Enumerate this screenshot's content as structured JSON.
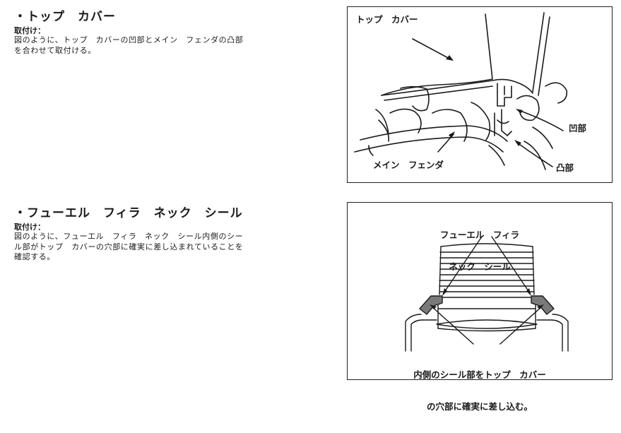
{
  "sections": [
    {
      "heading": "・トップ　カバー",
      "sublabel": "取付け：",
      "body_lines": [
        "図のように、トップ　カバーの凹部とメイン　フェンダの凸部",
        "を合わせて取付ける。"
      ],
      "figure": {
        "label_top_cover": "トップ　カバー",
        "label_recess": "凹部",
        "label_main_fender": "メイン　フェンダ",
        "label_protrusion": "凸部"
      }
    },
    {
      "heading": "・フューエル　フィラ　ネック　シール",
      "sublabel": "取付け：",
      "body_lines": [
        "図のように、フューエル　フィラ　ネック　シール内側のシー",
        "ル部がトップ　カバーの穴部に確実に差し込まれていることを",
        "確認する。"
      ],
      "figure": {
        "title_lines": [
          "フューエル　フィラ",
          "ネック　シール"
        ],
        "caption_lines": [
          "内側のシール部をトップ　カバー",
          "の穴部に確実に差し込む。"
        ]
      }
    }
  ]
}
